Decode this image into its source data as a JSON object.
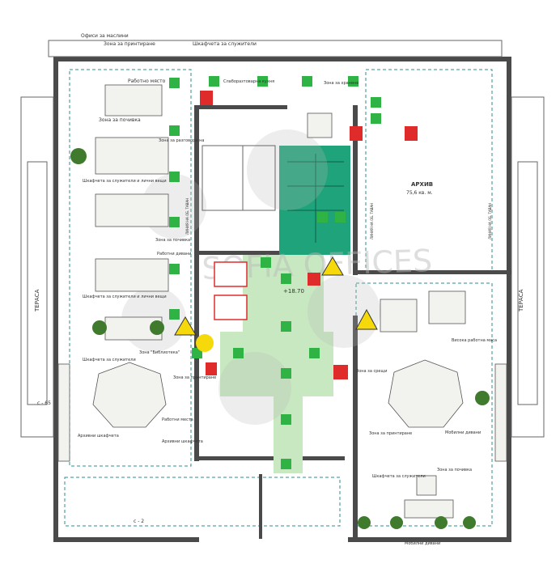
{
  "colors": {
    "wall": "#4a4a4a",
    "stair_green": "#1fa37a",
    "corridor_green": "#c7e8c0",
    "exit_sign": "#2fb344",
    "fire_red": "#e02b2b",
    "hazard_yellow": "#f5d90a",
    "zone_dash": "#2b8f8c",
    "watermark": "#b8b8b8"
  },
  "labels": {
    "top_1": "Офиси за маслини",
    "top_2": "Зона за принтиране",
    "top_3": "Шкафчета за служители",
    "work_place_1": "Работно място",
    "relax_zone_1": "Зона за почивка",
    "lockers_1": "Шкафчета за служители",
    "lockers_2": "Шкафчета за служители и лични вещи",
    "lockers_3": "Шкафчета за служители и лични вещи",
    "lockers_4": "Шкафчета за служители",
    "meeting_1": "Зона за разговори на",
    "relax_zone_2": "Зона за почивка",
    "work_zone_left": "Работни дивани",
    "book_zone": "Зона \"Библиотека\"",
    "print_zone_2": "Зона за принтиране",
    "work_seats": "Работни места",
    "archive_cabinets": "Архивни шкафчета",
    "archive_cabinets_2": "Архивни шкафчета",
    "terrace_left": "ТЕРАСА",
    "terrace_right": "ТЕРАСА",
    "c65": "с - 65",
    "c2": "с - 2",
    "archive": "АРХИВ",
    "archive_area": "75,6 кв. м.",
    "window_line_left": "ЛИНИЯ НА ОБ. ТАВАН",
    "window_line_r1": "ЛИНИЯ НА ОБ. ТАВАН",
    "window_line_r2": "ЛИНИЯ НА ОБ. ТАВАН",
    "cafe_1": "Слаборазтоварна кухня",
    "cafe_2": "Зона за хранене",
    "level": "+18.70",
    "work_right": "Висока работна маса",
    "print_right": "Зона за принтиране",
    "common_zone": "Зона за срещи",
    "lockers_right": "Шкафчета за служители",
    "relax_right": "Зона за почивка",
    "mobile_right": "Мобилни дивани",
    "bottom_right": "Мобилни дивани",
    "watermark": "SOFIA OFFICES"
  }
}
